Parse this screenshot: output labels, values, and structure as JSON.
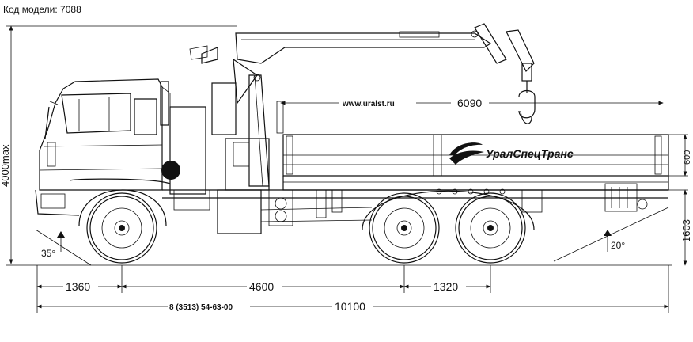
{
  "header": {
    "model_label": "Код модели: 7088"
  },
  "brand": {
    "logo_text": "УралСпецТранс"
  },
  "website": "www.uralst.ru",
  "dimensions": {
    "height_max": "4000max",
    "boom_reach": "6090",
    "side_height": "600",
    "platform_height": "1603",
    "approach_angle": "35°",
    "departure_angle": "20°",
    "front_overhang": "1360",
    "wheelbase": "4600",
    "rear_axle_spacing": "1320",
    "overall_length": "10100"
  },
  "contact_phone": "8 (3513) 54-63-00"
}
